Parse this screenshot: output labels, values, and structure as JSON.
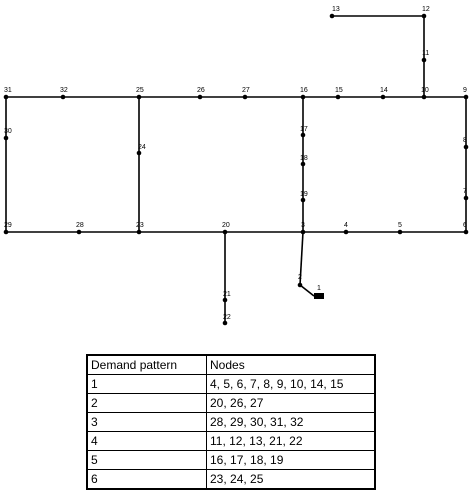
{
  "network": {
    "nodes": [
      {
        "id": "1",
        "label": "1"
      },
      {
        "id": "2",
        "label": "2"
      },
      {
        "id": "3",
        "label": "3"
      },
      {
        "id": "4",
        "label": "4"
      },
      {
        "id": "5",
        "label": "5"
      },
      {
        "id": "6",
        "label": "6"
      },
      {
        "id": "7",
        "label": "7"
      },
      {
        "id": "8",
        "label": "8"
      },
      {
        "id": "9",
        "label": "9"
      },
      {
        "id": "10",
        "label": "10"
      },
      {
        "id": "11",
        "label": "11"
      },
      {
        "id": "12",
        "label": "12"
      },
      {
        "id": "13",
        "label": "13"
      },
      {
        "id": "14",
        "label": "14"
      },
      {
        "id": "15",
        "label": "15"
      },
      {
        "id": "16",
        "label": "16"
      },
      {
        "id": "17",
        "label": "17"
      },
      {
        "id": "18",
        "label": "18"
      },
      {
        "id": "19",
        "label": "19"
      },
      {
        "id": "20",
        "label": "20"
      },
      {
        "id": "21",
        "label": "21"
      },
      {
        "id": "22",
        "label": "22"
      },
      {
        "id": "23",
        "label": "23"
      },
      {
        "id": "24",
        "label": "24"
      },
      {
        "id": "25",
        "label": "25"
      },
      {
        "id": "26",
        "label": "26"
      },
      {
        "id": "27",
        "label": "27"
      },
      {
        "id": "28",
        "label": "28"
      },
      {
        "id": "29",
        "label": "29"
      },
      {
        "id": "30",
        "label": "30"
      },
      {
        "id": "31",
        "label": "31"
      },
      {
        "id": "32",
        "label": "32"
      }
    ]
  },
  "table": {
    "header": {
      "pattern": "Demand pattern",
      "nodes": "Nodes"
    },
    "rows": [
      {
        "pattern": "1",
        "nodes": "4, 5, 6, 7, 8, 9, 10, 14, 15"
      },
      {
        "pattern": "2",
        "nodes": "20, 26, 27"
      },
      {
        "pattern": "3",
        "nodes": "28, 29, 30, 31, 32"
      },
      {
        "pattern": "4",
        "nodes": "11, 12, 13, 21, 22"
      },
      {
        "pattern": "5",
        "nodes": "16, 17, 18, 19"
      },
      {
        "pattern": "6",
        "nodes": "23, 24, 25"
      }
    ]
  }
}
